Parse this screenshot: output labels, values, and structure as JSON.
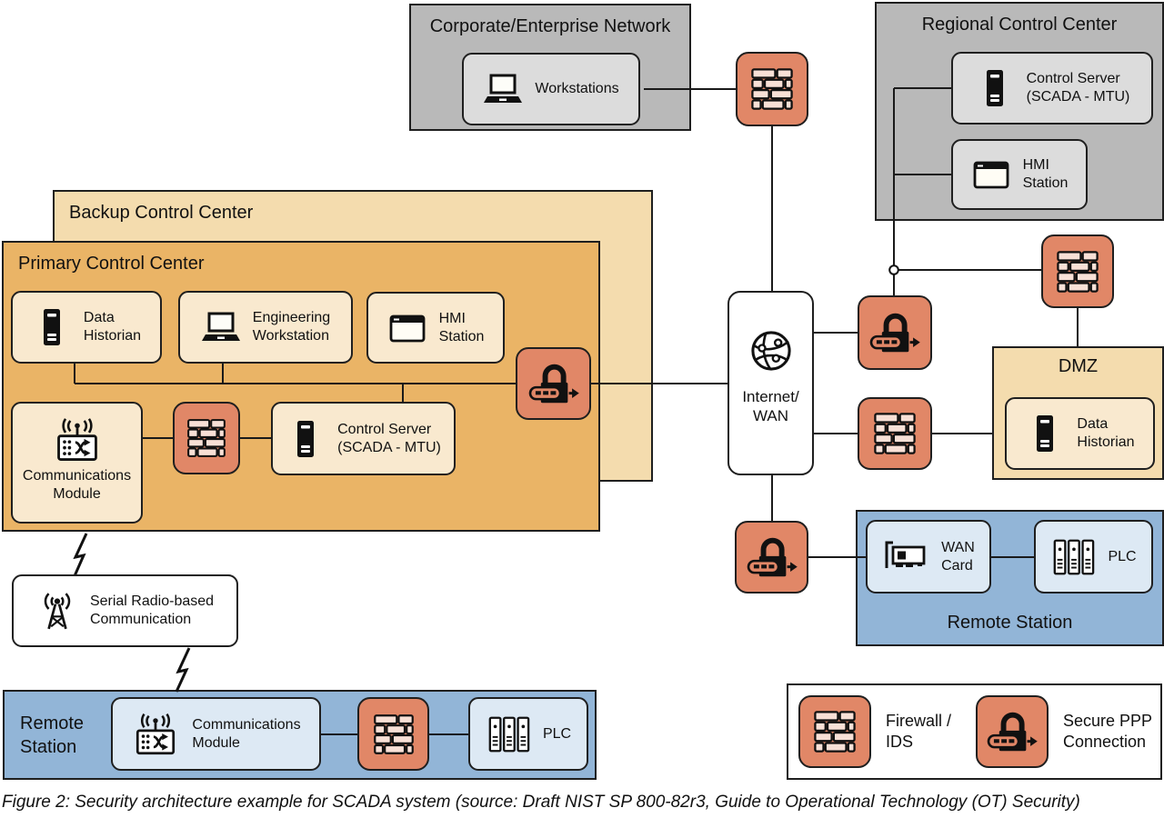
{
  "diagram": {
    "caption": "Figure 2: Security architecture example for SCADA system (source: Draft NIST SP 800-82r3, Guide to Operational Technology (OT) Security)",
    "colors": {
      "salmon_tile": "#e18767",
      "brick_fill": "#f8e0d6",
      "gray_box": "#b9b9b9",
      "gray_node": "#dcdcdc",
      "orange_primary": "#eab466",
      "orange_light": "#f4dcae",
      "cream_node": "#f9e9cf",
      "blue_box": "#92b5d7",
      "blue_node": "#dde9f4",
      "line": "#1a1a1a"
    },
    "icons": {
      "firewall": "brick-wall",
      "secure_ppp": "padlock-with-arrow",
      "server": "tower-server",
      "laptop": "laptop-computer",
      "hmi": "application-window",
      "internet": "network-globe",
      "comm_module": "antenna-switch-box",
      "radio": "radio-tower-waves",
      "wan_card": "network-interface-card",
      "plc": "plc-rack-modules",
      "bolt": "lightning-bolt",
      "junction": "open-circle-junction"
    },
    "corporate": {
      "title": "Corporate/Enterprise Network",
      "workstations": "Workstations"
    },
    "regional": {
      "title": "Regional Control Center",
      "control_server": "Control Server\n(SCADA - MTU)",
      "hmi": "HMI\nStation"
    },
    "backup": {
      "title": "Backup Control Center"
    },
    "primary": {
      "title": "Primary Control Center",
      "data_historian": "Data\nHistorian",
      "eng_workstation": "Engineering\nWorkstation",
      "hmi": "HMI\nStation",
      "comm_module": "Communications\nModule",
      "control_server": "Control Server\n(SCADA - MTU)"
    },
    "internet": {
      "label": "Internet/\nWAN"
    },
    "dmz": {
      "title": "DMZ",
      "data_historian": "Data\nHistorian"
    },
    "remote_right": {
      "title": "Remote Station",
      "wan_card": "WAN\nCard",
      "plc": "PLC"
    },
    "serial_radio": {
      "label": "Serial Radio-based\nCommunication"
    },
    "remote_left": {
      "title": "Remote\nStation",
      "comm_module": "Communications\nModule",
      "plc": "PLC"
    },
    "legend": {
      "firewall": "Firewall /\nIDS",
      "secure_ppp": "Secure PPP\nConnection"
    }
  }
}
